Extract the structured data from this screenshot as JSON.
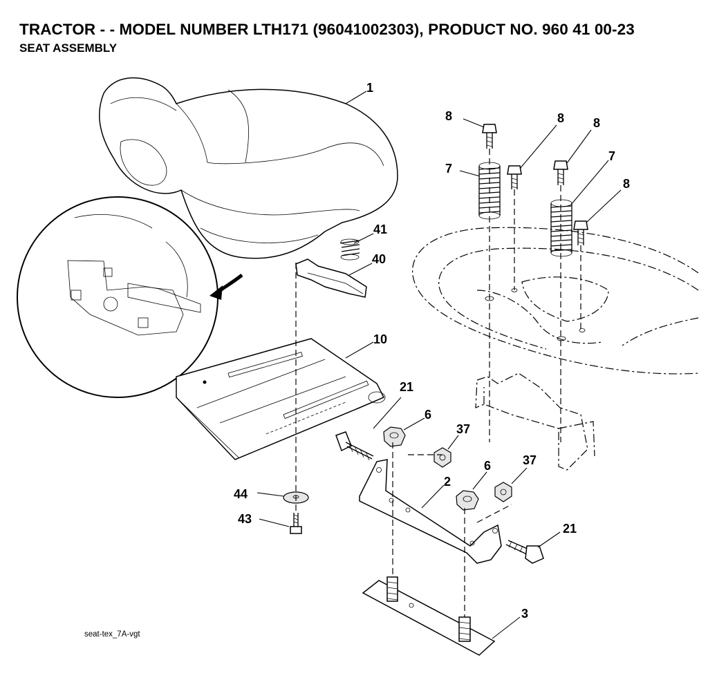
{
  "header": {
    "title": "TRACTOR - - MODEL NUMBER LTH171 (96041002303), PRODUCT NO. 960 41 00-23",
    "subtitle": "SEAT ASSEMBLY"
  },
  "footer": {
    "drawing_code": "seat-tex_7A-vgt"
  },
  "callouts": [
    {
      "id": "c1",
      "label": "1"
    },
    {
      "id": "c41",
      "label": "41"
    },
    {
      "id": "c40",
      "label": "40"
    },
    {
      "id": "c10",
      "label": "10"
    },
    {
      "id": "c21a",
      "label": "21"
    },
    {
      "id": "c6a",
      "label": "6"
    },
    {
      "id": "c37a",
      "label": "37"
    },
    {
      "id": "c2",
      "label": "2"
    },
    {
      "id": "c6b",
      "label": "6"
    },
    {
      "id": "c37b",
      "label": "37"
    },
    {
      "id": "c21b",
      "label": "21"
    },
    {
      "id": "c44",
      "label": "44"
    },
    {
      "id": "c43",
      "label": "43"
    },
    {
      "id": "c3",
      "label": "3"
    },
    {
      "id": "c8a",
      "label": "8"
    },
    {
      "id": "c8b",
      "label": "8"
    },
    {
      "id": "c8c",
      "label": "8"
    },
    {
      "id": "c8d",
      "label": "8"
    },
    {
      "id": "c7a",
      "label": "7"
    },
    {
      "id": "c7b",
      "label": "7"
    }
  ]
}
